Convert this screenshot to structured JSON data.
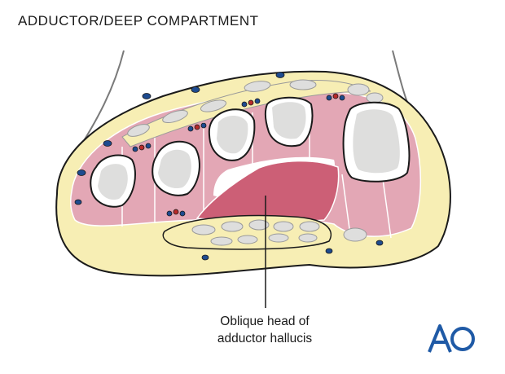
{
  "figure": {
    "title": "ADDUCTOR/DEEP COMPARTMENT",
    "callout_line1": "Oblique head of",
    "callout_line2": "adductor hallucis",
    "logo_text": "AO"
  },
  "colors": {
    "fat": "#f7eeb4",
    "muscle": "#e3a7b5",
    "muscle_highlight": "#cc5f76",
    "bone": "#dededd",
    "outline": "#1a1a1a",
    "vein": "#1e4b8f",
    "artery": "#b82a2a",
    "logo": "#1f5aa6"
  },
  "icons": [
    "ao-logo-icon"
  ]
}
